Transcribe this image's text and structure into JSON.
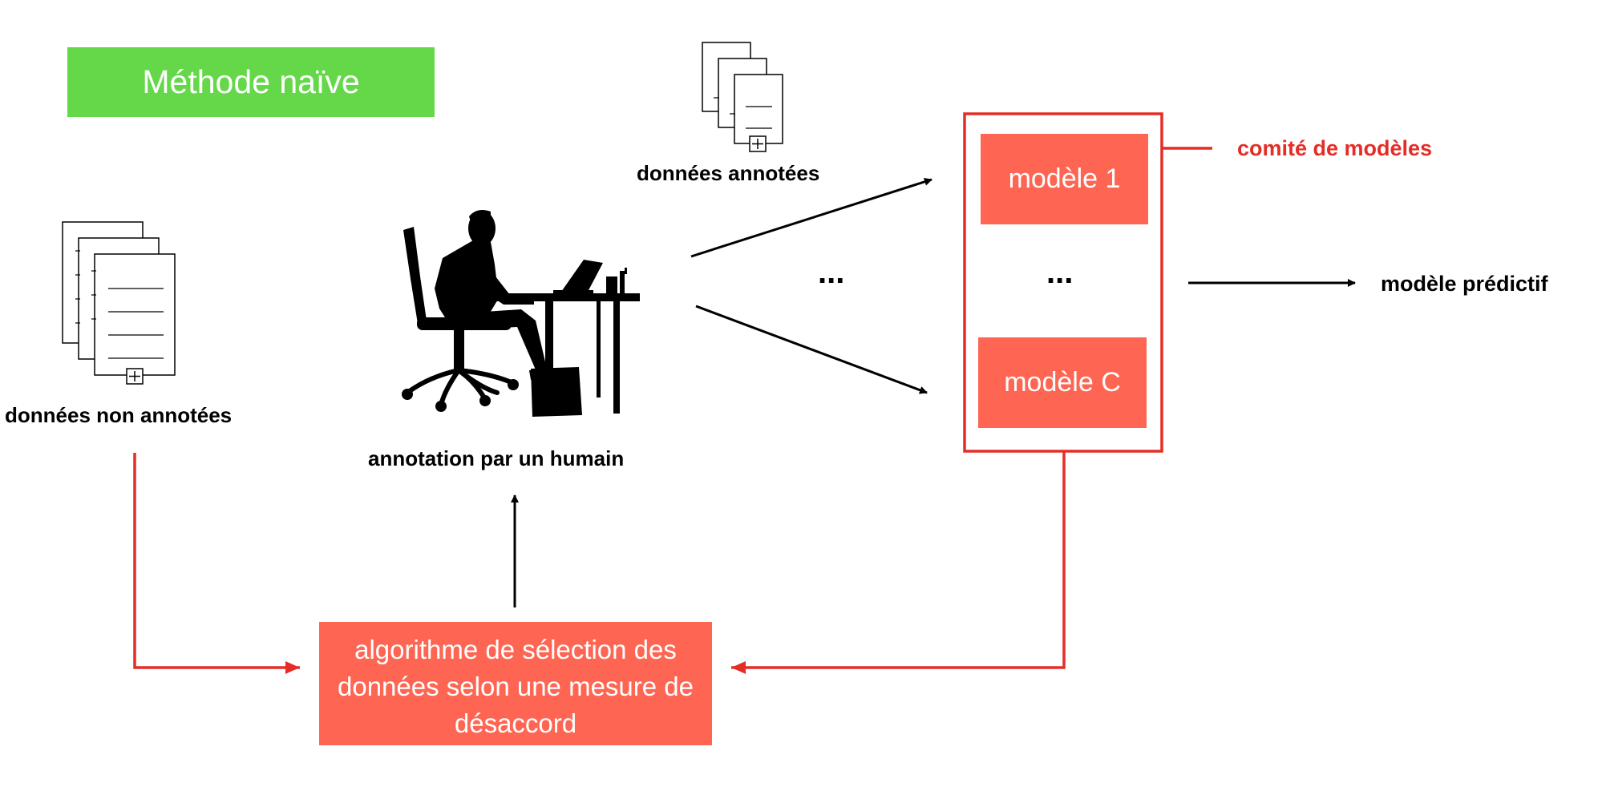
{
  "title": "Méthode naïve",
  "nodes": {
    "unlabeled": "données non annotées",
    "labeled": "données annotées",
    "human": "annotation par un humain",
    "committee_label": "comité de modèles",
    "model_first": "modèle 1",
    "model_last": "modèle C",
    "ellipsis_models": "...",
    "ellipsis_middle": "...",
    "predictive": "modèle prédictif",
    "algorithm": "algorithme de sélection des données selon une mesure de désaccord"
  },
  "colors": {
    "title_bg": "#65d84a",
    "accent_red": "#e52d27",
    "model_box": "#fe6653"
  },
  "icons": {
    "unlabeled": "document-stack-icon",
    "labeled": "document-stack-icon",
    "human": "person-at-computer-icon"
  }
}
